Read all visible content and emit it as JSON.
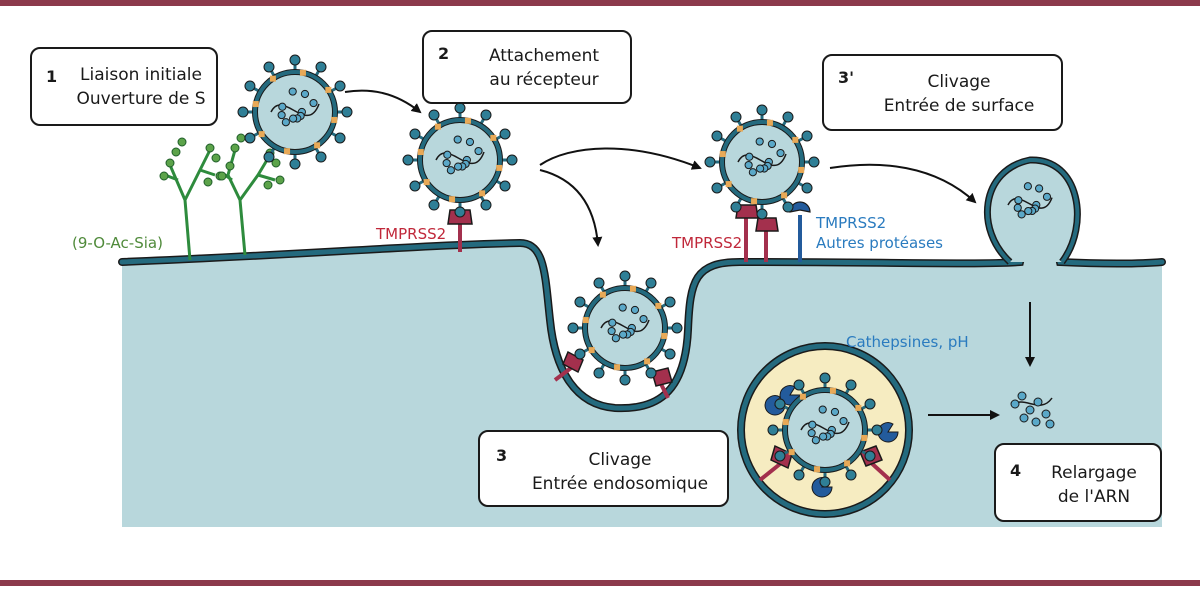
{
  "colors": {
    "frame": "#8c3a4c",
    "cytoplasm": "#b8d7dc",
    "membrane": "#246a7e",
    "endosome_lumen": "#f6ecc1",
    "receptor": "#a3304d",
    "sialic": "#2e8b3d",
    "protease": "#235b9c",
    "cathepsin_text": "#2a7bbf",
    "tmprss2_text": "#c0283a",
    "sia_text": "#4f8a3a",
    "spike_tip": "#e8a957"
  },
  "steps": [
    {
      "num": "1",
      "line1": "Liaison initiale",
      "line2": "Ouverture de S"
    },
    {
      "num": "2",
      "line1": "Attachement",
      "line2": "au récepteur"
    },
    {
      "num": "3'",
      "line1": "Clivage",
      "line2": "Entrée de surface"
    },
    {
      "num": "3",
      "line1": "Clivage",
      "line2": "Entrée endosomique"
    },
    {
      "num": "4",
      "line1": "Relargage",
      "line2": "de l'ARN"
    }
  ],
  "labels": {
    "sialic_acid": "(9-O-Ac-Sia)",
    "tmprss2_a": "TMPRSS2",
    "tmprss2_b": "TMPRSS2",
    "tmprss2_c": "TMPRSS2",
    "other_proteases": "Autres protéases",
    "cathepsins": "Cathepsines, pH"
  }
}
